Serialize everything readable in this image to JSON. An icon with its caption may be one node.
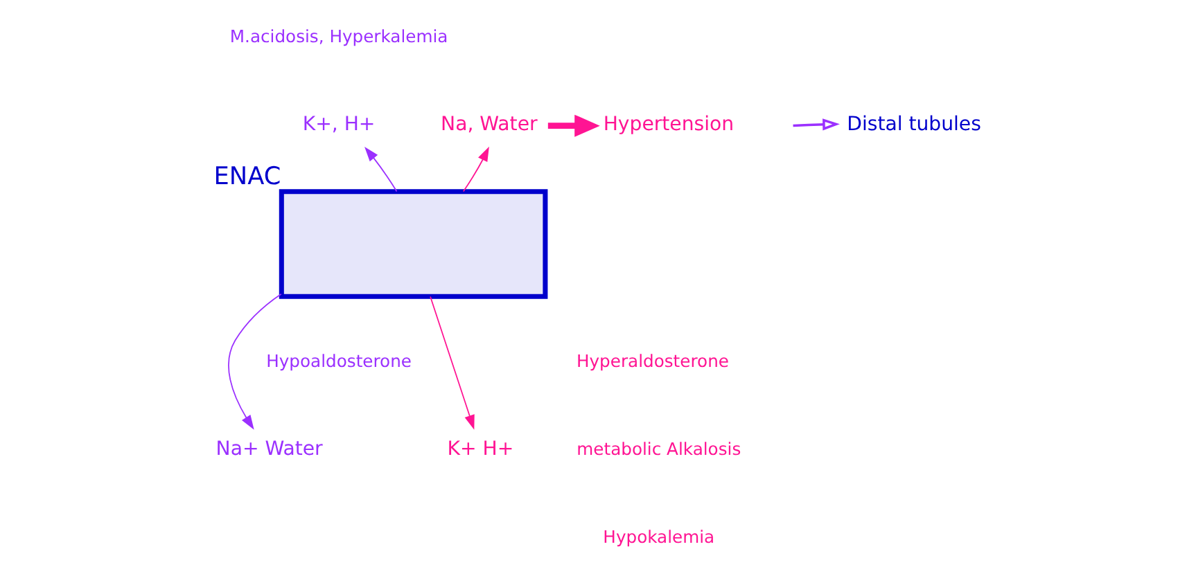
{
  "diagram": {
    "nodes": [
      {
        "text": [],
        "shape": "box",
        "beside": [
          "ENAC"
        ]
      },
      {
        "text": [
          "K+, H+"
        ]
      },
      {
        "text": [
          "Na, Water"
        ]
      },
      {
        "text": [
          "Hypertension"
        ]
      },
      {
        "text": [
          "Na+ Water"
        ]
      },
      {
        "text": [
          "K+ H+"
        ]
      },
      {
        "text": [
          "Distal tubules"
        ]
      }
    ],
    "edges": [
      {
        "from": 0,
        "to": 1,
        "arrow": "to",
        "color": "#9b30ff"
      },
      {
        "from": 0,
        "to": 2,
        "arrow": "to",
        "color": "#ff1493"
      },
      {
        "from": 0,
        "to": 4,
        "arrow": "to",
        "color": "#9b30ff"
      },
      {
        "from": 0,
        "to": 5,
        "arrow": "to",
        "color": "#ff1493"
      },
      {
        "from": 2,
        "to": 3,
        "arrow": "to",
        "style": "thick",
        "color": "#ff1493"
      },
      {
        "from": null,
        "to": 6,
        "arrow": "to",
        "color": "#9b30ff"
      }
    ],
    "labels": [
      "M.acidosis, Hyperkalemia",
      "Hypoaldosterone",
      "Hyperaldosterone",
      "metabolic Alkalosis",
      "Hypokalemia"
    ]
  }
}
